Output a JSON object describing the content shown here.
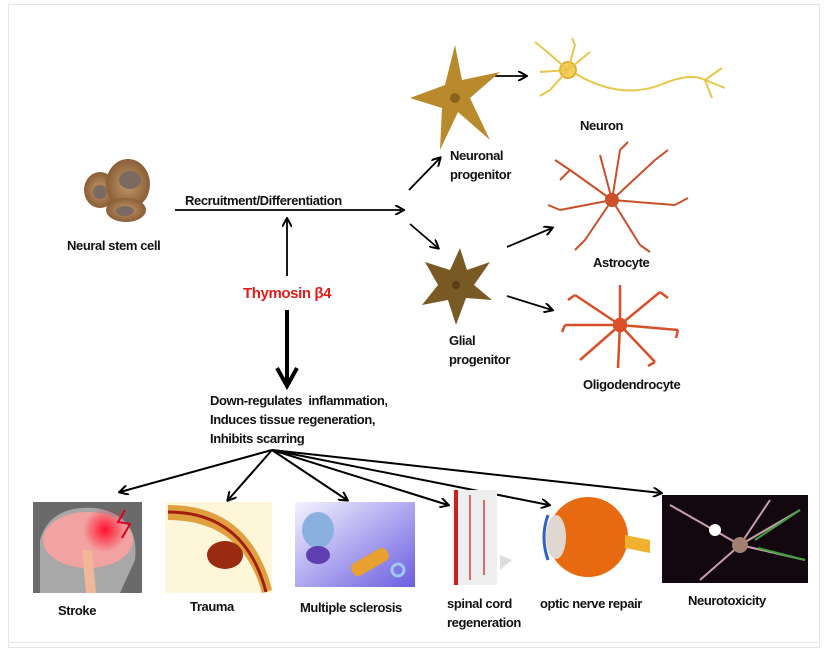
{
  "stem_cell": {
    "label": "Neural stem cell"
  },
  "main_arrow": {
    "label": "Recruitment/Differentiation"
  },
  "thymosin": {
    "label": "Thymosin β4",
    "color": "#e31b1b"
  },
  "effects": [
    "Down-regulates  inflammation,",
    "Induces tissue regeneration,",
    "Inhibits scarring"
  ],
  "progenitors": {
    "neuronal": [
      "Neuronal",
      "progenitor"
    ],
    "glial": [
      "Glial",
      "progenitor"
    ]
  },
  "cells": {
    "neuron": "Neuron",
    "astrocyte": "Astrocyte",
    "oligodendrocyte": "Oligodendrocyte"
  },
  "applications": {
    "stroke": "Stroke",
    "trauma": "Trauma",
    "ms": "Multiple sclerosis",
    "spinal": [
      "spinal cord",
      "regeneration"
    ],
    "optic": "optic nerve repair",
    "neurotoxicity": "Neurotoxicity"
  }
}
